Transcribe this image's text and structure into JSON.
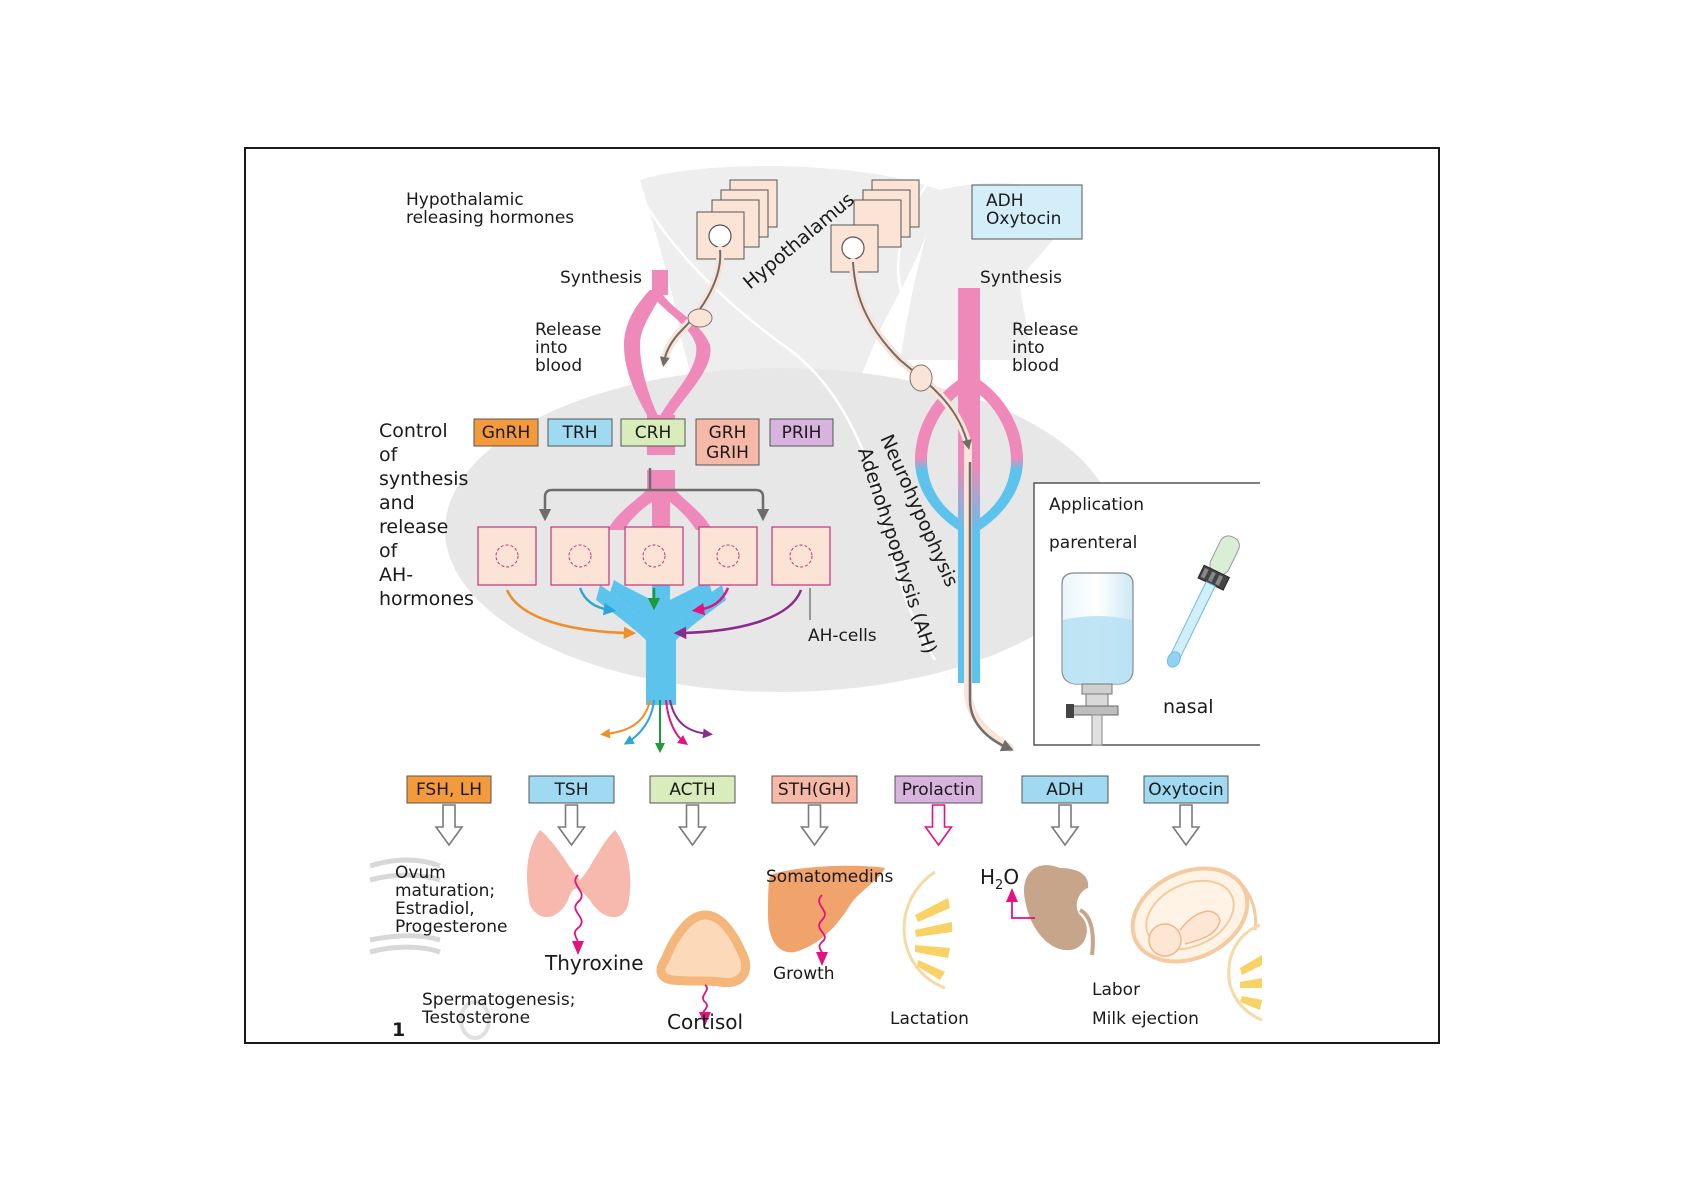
{
  "figure_number": "1",
  "labels": {
    "hyp_releasing": [
      "Hypothalamic",
      "releasing hormones"
    ],
    "hypothalamus": "Hypothalamus",
    "synthesis_left": "Synthesis",
    "synthesis_right": "Synthesis",
    "release_left": [
      "Release",
      "into",
      "blood"
    ],
    "release_right": [
      "Release",
      "into",
      "blood"
    ],
    "control": [
      "Control",
      "of",
      "synthesis",
      "and",
      "release",
      "of",
      "AH-",
      "hormones"
    ],
    "ah_cells": "AH-cells",
    "neurohypophysis": "Neurohypophysis",
    "adenohypophysis": "Adenohypophysis (AH)",
    "adh_oxytocin_box": [
      "ADH",
      "Oxytocin"
    ]
  },
  "releasing_hormones": [
    {
      "lines": [
        "GnRH"
      ],
      "color": "#f39a3d"
    },
    {
      "lines": [
        "TRH"
      ],
      "color": "#9fd9f2"
    },
    {
      "lines": [
        "CRH"
      ],
      "color": "#d9ecbb"
    },
    {
      "lines": [
        "GRH",
        "GRIH"
      ],
      "color": "#f6b9a8"
    },
    {
      "lines": [
        "PRIH"
      ],
      "color": "#d8b3de"
    }
  ],
  "target_hormones": [
    {
      "label": "FSH, LH",
      "color": "#f39a3d"
    },
    {
      "label": "TSH",
      "color": "#9fd9f2"
    },
    {
      "label": "ACTH",
      "color": "#d9ecbb"
    },
    {
      "label": "STH(GH)",
      "color": "#f6b9a8"
    },
    {
      "label": "Prolactin",
      "color": "#d8b3de"
    },
    {
      "label": "ADH",
      "color": "#9fd9f2"
    },
    {
      "label": "Oxytocin",
      "color": "#9fd9f2"
    }
  ],
  "effects": {
    "fsh": [
      "Ovum",
      "maturation;",
      "Estradiol,",
      "Progesterone"
    ],
    "spermatogenesis": [
      "Spermatogenesis;",
      "Testosterone"
    ],
    "thyroxine": "Thyroxine",
    "cortisol": "Cortisol",
    "somatomedins": "Somatomedins",
    "growth": "Growth",
    "lactation": "Lactation",
    "water": "H2O",
    "labor": "Labor",
    "milk": "Milk ejection"
  },
  "application": {
    "title": "Application",
    "parenteral": "parenteral",
    "nasal": "nasal"
  },
  "colors": {
    "pink": "#ee89b9",
    "blue": "#5cc3ec",
    "gonad_orange": "#ee8f2a",
    "thyroid_blue": "#2aa5dd",
    "acth_green": "#1e9a3a",
    "gh_magenta": "#e2127f",
    "prl_purple": "#8b2b8f"
  }
}
